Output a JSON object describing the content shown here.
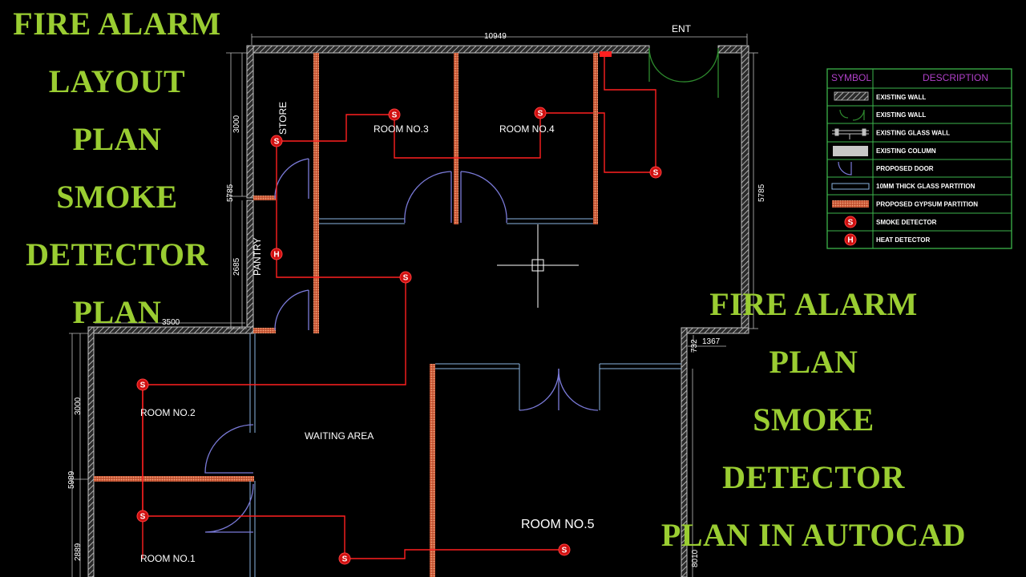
{
  "left_title": [
    "FIRE ALARM",
    "LAYOUT",
    "PLAN",
    "SMOKE",
    "DETECTOR",
    "PLAN"
  ],
  "right_title": [
    "FIRE ALARM",
    "PLAN",
    "SMOKE",
    "DETECTOR",
    "PLAN IN AUTOCAD"
  ],
  "rooms": {
    "store": "STORE",
    "pantry": "PANTRY",
    "room3": "ROOM NO.3",
    "room4": "ROOM NO.4",
    "room2": "ROOM NO.2",
    "waiting": "WAITING AREA",
    "room5": "ROOM NO.5",
    "room1": "ROOM NO.1",
    "ent": "ENT"
  },
  "dimensions": {
    "top": "10949",
    "left_upper": "3000",
    "left_mid": "5785",
    "left_lower": "2685",
    "ledge": "3500",
    "right": "5785",
    "small_a": "732",
    "small_b": "1367",
    "left2_upper": "3000",
    "left2_mid": "5989",
    "left2_lower": "2889",
    "right_lower": "8010"
  },
  "detector_codes": {
    "smoke": "S",
    "heat": "H"
  },
  "legend": {
    "headers": {
      "symbol": "SYMBOL",
      "description": "DESCRIPTION"
    },
    "rows": [
      "EXISTING WALL",
      "EXISTING WALL",
      "EXISTING GLASS WALL",
      "EXISTING COLUMN",
      "PROPOSED DOOR",
      "10MM THICK GLASS PARTITION",
      "PROPOSED GYPSUM PARTITION",
      "SMOKE DETECTOR",
      "HEAT DETECTOR"
    ]
  },
  "colors": {
    "title": "#9acd32",
    "wall": "#c0c0c0",
    "gypsum": "#e8906a",
    "glass": "#8ab4e0",
    "door": "#7a7ad8",
    "wire": "#ff2020",
    "legend_grid": "#3cb44b",
    "legend_header": "#b040c8"
  }
}
